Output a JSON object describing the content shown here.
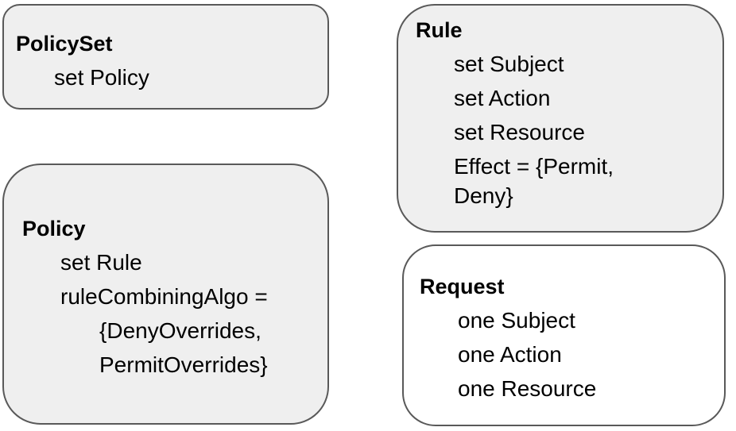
{
  "policyset": {
    "title": "PolicySet",
    "lines": [
      "set Policy"
    ]
  },
  "policy": {
    "title": "Policy",
    "lines": [
      "set Rule",
      "ruleCombiningAlgo =",
      "{DenyOverrides,",
      "PermitOverrides}"
    ]
  },
  "rule": {
    "title": "Rule",
    "lines": [
      "set Subject",
      "set Action",
      "set Resource",
      "Effect = {Permit,",
      "Deny}"
    ]
  },
  "request": {
    "title": "Request",
    "lines": [
      "one Subject",
      "one Action",
      "one Resource"
    ]
  },
  "colors": {
    "box_fill": "#efefef",
    "box_border": "#595959",
    "request_fill": "#ffffff"
  }
}
